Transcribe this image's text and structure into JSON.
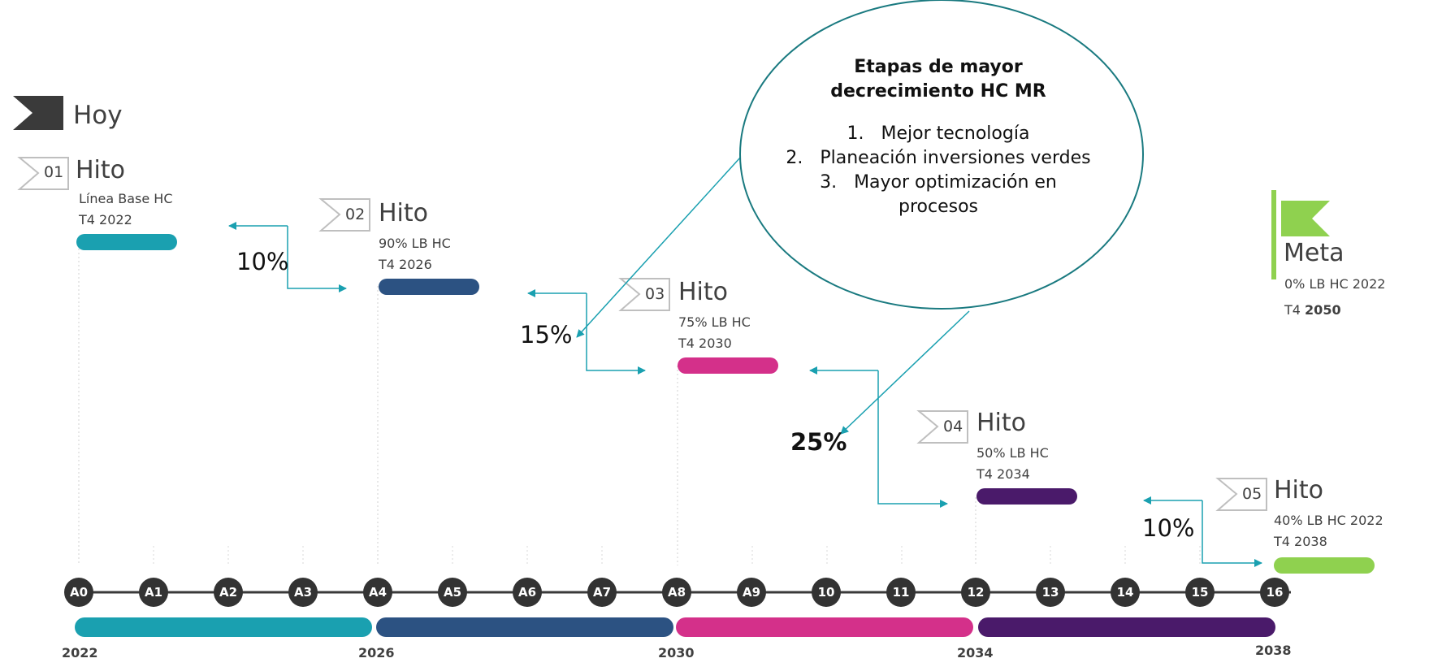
{
  "today_label": "Hoy",
  "callout": {
    "title_line1": "Etapas de mayor",
    "title_line2": "decrecimiento HC MR",
    "items": [
      "1.   Mejor tecnología",
      "2.   Planeación inversiones verdes",
      "3.   Mayor optimización en procesos"
    ]
  },
  "milestones": [
    {
      "num": "01",
      "title": "Hito",
      "line1": "Línea Base HC",
      "line2": "T4 2022",
      "color": "#1aa0b0"
    },
    {
      "num": "02",
      "title": "Hito",
      "line1": "90% LB HC",
      "line2": "T4 2026",
      "color": "#2c5282"
    },
    {
      "num": "03",
      "title": "Hito",
      "line1": "75% LB HC",
      "line2": "T4 2030",
      "color": "#d4308a"
    },
    {
      "num": "04",
      "title": "Hito",
      "line1": "50% LB HC",
      "line2": "T4 2034",
      "color": "#4a1a6a"
    },
    {
      "num": "05",
      "title": "Hito",
      "line1": "40% LB HC 2022",
      "line2": "T4 2038",
      "color": "#8fd14f"
    }
  ],
  "goal": {
    "title": "Meta",
    "line1": "0% LB HC 2022",
    "line2_prefix": "T4 ",
    "line2_year": "2050",
    "color": "#8fd14f"
  },
  "reductions": [
    "10%",
    "15%",
    "25%",
    "10%"
  ],
  "ticks": [
    "A0",
    "A1",
    "A2",
    "A3",
    "A4",
    "A5",
    "A6",
    "A7",
    "A8",
    "A9",
    "10",
    "11",
    "12",
    "13",
    "14",
    "15",
    "16"
  ],
  "years": [
    "2022",
    "2026",
    "2030",
    "2034",
    "2038"
  ],
  "colors": {
    "teal": "#1aa0b0",
    "navy": "#2c5282",
    "magenta": "#d4308a",
    "purple": "#4a1a6a",
    "green": "#8fd14f",
    "tick_circle": "#333333",
    "arrow": "#1aa0b0"
  }
}
